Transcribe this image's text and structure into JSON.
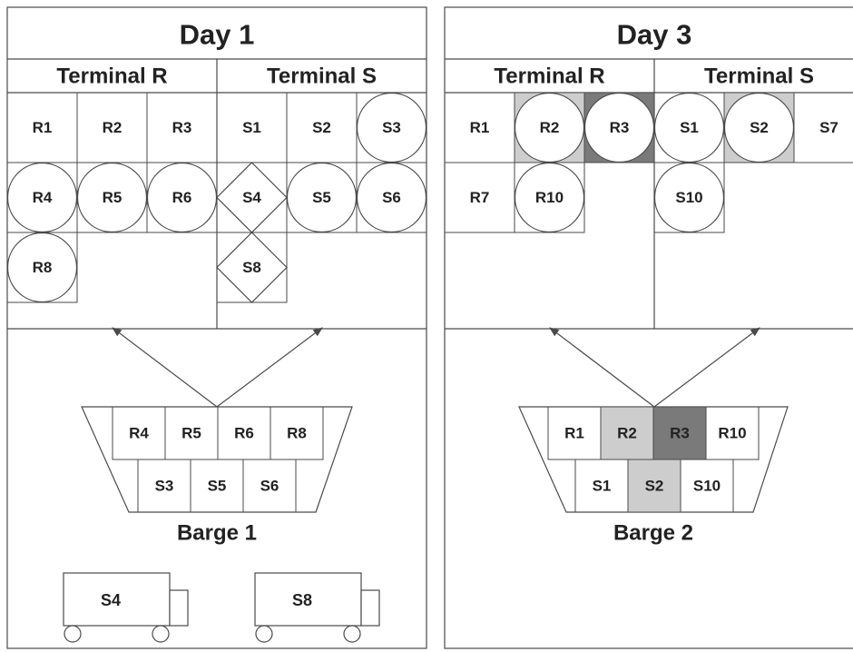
{
  "panels": [
    {
      "title": "Day 1",
      "terminals": [
        {
          "label": "Terminal R",
          "cells": [
            {
              "label": "R1",
              "row": 0,
              "col": 0,
              "shape": "none",
              "fill": "none"
            },
            {
              "label": "R2",
              "row": 0,
              "col": 1,
              "shape": "none",
              "fill": "none"
            },
            {
              "label": "R3",
              "row": 0,
              "col": 2,
              "shape": "none",
              "fill": "none"
            },
            {
              "label": "R4",
              "row": 1,
              "col": 0,
              "shape": "circle",
              "fill": "none"
            },
            {
              "label": "R5",
              "row": 1,
              "col": 1,
              "shape": "circle",
              "fill": "none"
            },
            {
              "label": "R6",
              "row": 1,
              "col": 2,
              "shape": "circle",
              "fill": "none"
            },
            {
              "label": "R8",
              "row": 2,
              "col": 0,
              "shape": "circle",
              "fill": "none"
            }
          ]
        },
        {
          "label": "Terminal S",
          "cells": [
            {
              "label": "S1",
              "row": 0,
              "col": 0,
              "shape": "none",
              "fill": "none"
            },
            {
              "label": "S2",
              "row": 0,
              "col": 1,
              "shape": "none",
              "fill": "none"
            },
            {
              "label": "S3",
              "row": 0,
              "col": 2,
              "shape": "circle",
              "fill": "none"
            },
            {
              "label": "S4",
              "row": 1,
              "col": 0,
              "shape": "diamond",
              "fill": "none"
            },
            {
              "label": "S5",
              "row": 1,
              "col": 1,
              "shape": "circle",
              "fill": "none"
            },
            {
              "label": "S6",
              "row": 1,
              "col": 2,
              "shape": "circle",
              "fill": "none"
            },
            {
              "label": "S8",
              "row": 2,
              "col": 0,
              "shape": "diamond",
              "fill": "none"
            }
          ]
        }
      ],
      "barge": {
        "name": "Barge 1",
        "top_row": [
          {
            "label": "R4",
            "fill": "none"
          },
          {
            "label": "R5",
            "fill": "none"
          },
          {
            "label": "R6",
            "fill": "none"
          },
          {
            "label": "R8",
            "fill": "none"
          }
        ],
        "bottom_row": [
          {
            "label": "S3",
            "fill": "none"
          },
          {
            "label": "S5",
            "fill": "none"
          },
          {
            "label": "S6",
            "fill": "none"
          }
        ]
      },
      "trucks": [
        {
          "label": "S4"
        },
        {
          "label": "S8"
        }
      ]
    },
    {
      "title": "Day 3",
      "terminals": [
        {
          "label": "Terminal R",
          "cells": [
            {
              "label": "R1",
              "row": 0,
              "col": 0,
              "shape": "none",
              "fill": "none"
            },
            {
              "label": "R2",
              "row": 0,
              "col": 1,
              "shape": "circle",
              "fill": "light"
            },
            {
              "label": "R3",
              "row": 0,
              "col": 2,
              "shape": "circle",
              "fill": "dark"
            },
            {
              "label": "R7",
              "row": 1,
              "col": 0,
              "shape": "none",
              "fill": "none"
            },
            {
              "label": "R10",
              "row": 1,
              "col": 1,
              "shape": "circle",
              "fill": "none"
            }
          ]
        },
        {
          "label": "Terminal S",
          "cells": [
            {
              "label": "S1",
              "row": 0,
              "col": 0,
              "shape": "circle",
              "fill": "none"
            },
            {
              "label": "S2",
              "row": 0,
              "col": 1,
              "shape": "circle",
              "fill": "light"
            },
            {
              "label": "S7",
              "row": 0,
              "col": 2,
              "shape": "none",
              "fill": "none"
            },
            {
              "label": "S10",
              "row": 1,
              "col": 0,
              "shape": "circle",
              "fill": "none"
            }
          ]
        }
      ],
      "barge": {
        "name": "Barge 2",
        "top_row": [
          {
            "label": "R1",
            "fill": "none"
          },
          {
            "label": "R2",
            "fill": "light"
          },
          {
            "label": "R3",
            "fill": "dark"
          },
          {
            "label": "R10",
            "fill": "none"
          }
        ],
        "bottom_row": [
          {
            "label": "S1",
            "fill": "none"
          },
          {
            "label": "S2",
            "fill": "light"
          },
          {
            "label": "S10",
            "fill": "none"
          }
        ]
      },
      "trucks": []
    }
  ],
  "colors": {
    "line": "#4a4a4a",
    "text": "#222222",
    "fill_light": "#cdcdcd",
    "fill_dark": "#7a7a7a",
    "background": "#ffffff"
  }
}
